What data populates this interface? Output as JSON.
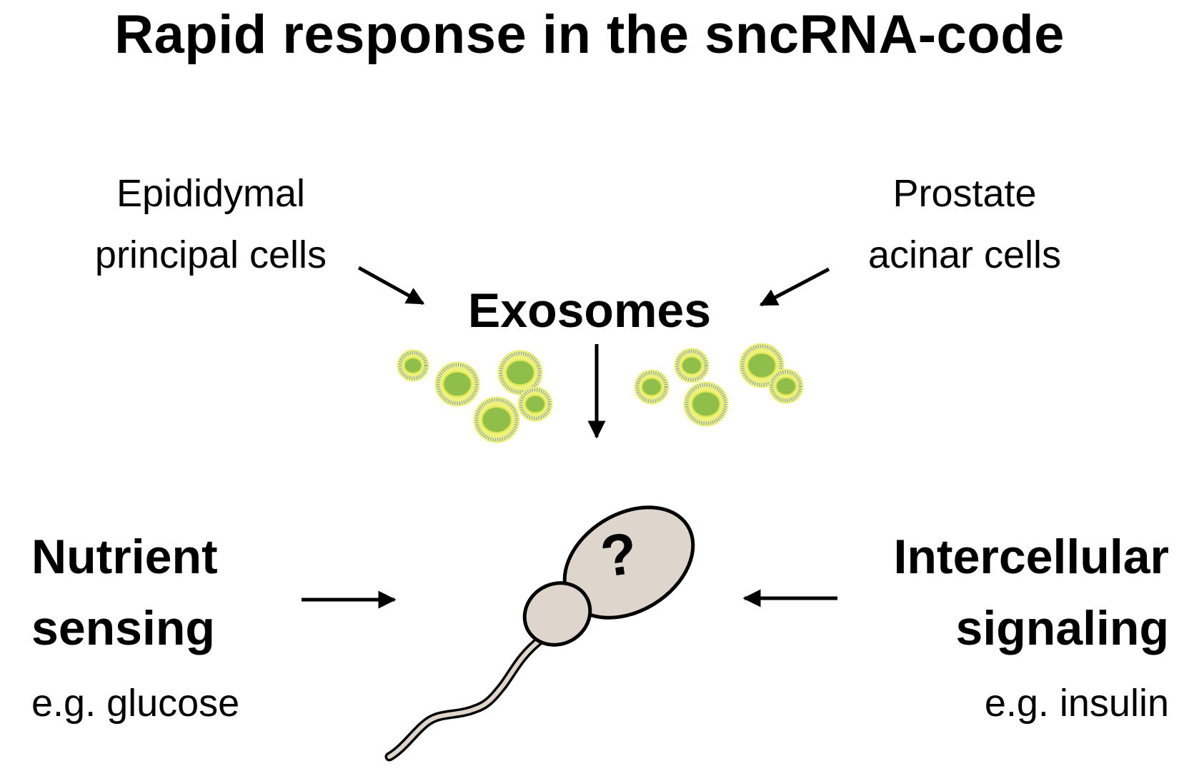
{
  "title": "Rapid response in the sncRNA-code",
  "sources": {
    "left_line1": "Epididymal",
    "left_line2": "principal cells",
    "right_line1": "Prostate",
    "right_line2": "acinar cells"
  },
  "center_label": "Exosomes",
  "sperm_head_symbol": "?",
  "left_input": {
    "line1": "Nutrient",
    "line2": "sensing",
    "example": "e.g. glucose"
  },
  "right_input": {
    "line1": "Intercellular",
    "line2": "signaling",
    "example": "e.g. insulin"
  },
  "colors": {
    "text": "#000000",
    "vesicle_fill": "#8fbe4a",
    "vesicle_halo": "#eef27a",
    "vesicle_bristle": "#8aa0b8",
    "sperm_fill": "#ded5cc",
    "sperm_stroke": "#000000"
  },
  "icons": {
    "exosome": "exosome-vesicle-icon",
    "sperm": "sperm-cell-icon"
  }
}
